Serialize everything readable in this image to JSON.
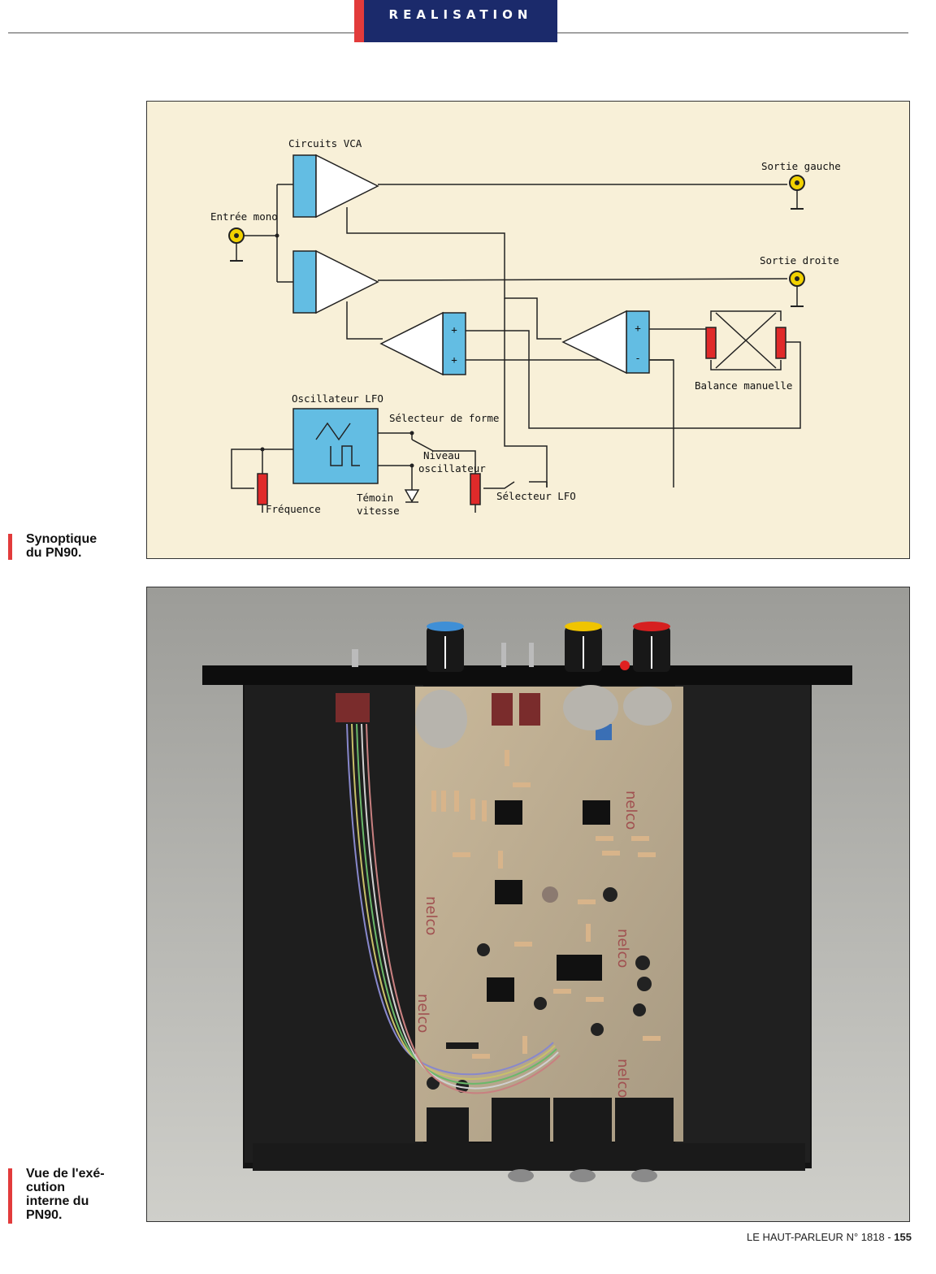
{
  "header": {
    "section": "REALISATION"
  },
  "diagram": {
    "title_vca": "Circuits VCA",
    "input": "Entrée mono",
    "out_left": "Sortie gauche",
    "out_right": "Sortie droite",
    "balance": "Balance manuelle",
    "lfo": "Oscillateur LFO",
    "shape_selector": "Sélecteur de forme",
    "osc_level_1": "Niveau",
    "osc_level_2": "oscillateur",
    "frequency": "Fréquence",
    "speed_led_1": "Témoin",
    "speed_led_2": "vitesse",
    "lfo_selector": "Sélecteur LFO",
    "sign_plus": "+",
    "sign_minus": "-",
    "colors": {
      "block": "#63bde3",
      "resistor": "#e02a2a",
      "jack": "#f2d200",
      "background": "#f8f0d8"
    }
  },
  "captions": {
    "synoptique_1": "Synoptique",
    "synoptique_2": "du PN90.",
    "vue_1": "Vue de l'exé-",
    "vue_2": "cution",
    "vue_3": "interne du",
    "vue_4": "PN90."
  },
  "photo": {
    "pcb_brand": "nelco",
    "knob_colors": [
      "#3f8fd6",
      "#f0c400",
      "#d62020"
    ]
  },
  "footer": {
    "magazine": "LE HAUT-PARLEUR",
    "issue": "N° 1818",
    "separator": "-",
    "page": "155"
  }
}
